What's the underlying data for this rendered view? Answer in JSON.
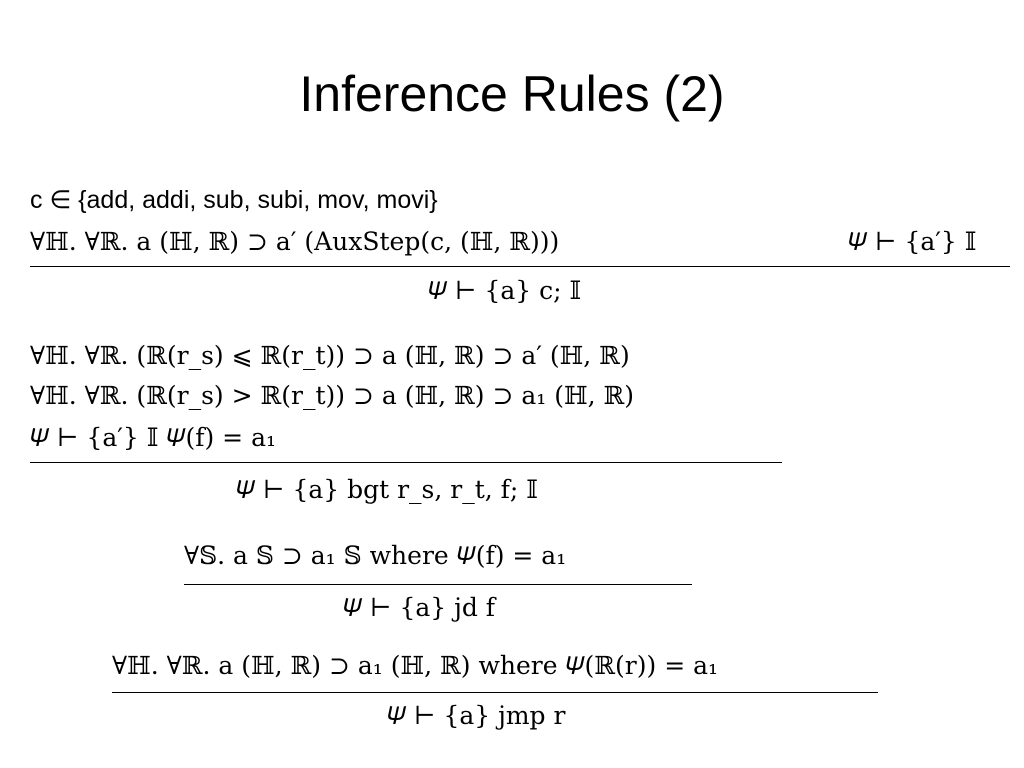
{
  "slide": {
    "title": "Inference Rules (2)"
  },
  "rules": {
    "r1": {
      "p1": "c ∈ {add, addi, sub, subi, mov, movi}",
      "p2": "∀ℍ. ∀ℝ. a (ℍ, ℝ) ⊃ a′ (AuxStep(c, (ℍ, ℝ)))",
      "p3": "𝛹 ⊢ {a′} 𝕀",
      "concl": "𝛹 ⊢ {a} c; 𝕀"
    },
    "r2": {
      "p1": "∀ℍ. ∀ℝ. (ℝ(r_s) ⩽ ℝ(r_t)) ⊃ a (ℍ, ℝ) ⊃ a′ (ℍ, ℝ)",
      "p2": "∀ℍ. ∀ℝ. (ℝ(r_s) > ℝ(r_t)) ⊃ a (ℍ, ℝ) ⊃ a₁ (ℍ, ℝ)",
      "p3": "𝛹 ⊢ {a′} 𝕀        𝛹(f) = a₁",
      "concl": "𝛹 ⊢ {a} bgt r_s, r_t, f; 𝕀"
    },
    "r3": {
      "p1": "∀𝕊. a 𝕊 ⊃ a₁ 𝕊    where  𝛹(f) = a₁",
      "concl": "𝛹 ⊢ {a} jd f"
    },
    "r4": {
      "p1": "∀ℍ. ∀ℝ. a (ℍ, ℝ) ⊃ a₁ (ℍ, ℝ)    where  𝛹(ℝ(r)) = a₁",
      "concl": "𝛹 ⊢ {a} jmp r"
    }
  }
}
